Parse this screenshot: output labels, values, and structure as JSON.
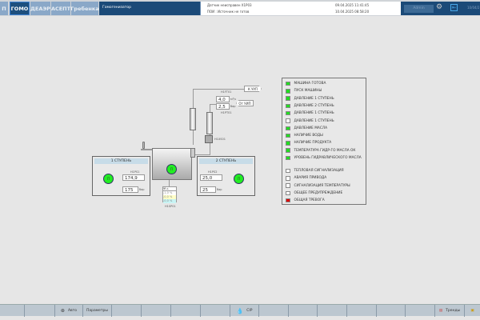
{
  "header": {
    "tabs": [
      {
        "label": "П"
      },
      {
        "label": "ГОМО",
        "active": true
      },
      {
        "label": "ДЕАЭР"
      },
      {
        "label": "АСЕПТ"
      },
      {
        "label": "Гребенка"
      }
    ],
    "title": "Гомогенизатор",
    "messages": [
      {
        "text": "Датчик неисправен X1P03",
        "time": "09.04.2025 11:41:45"
      },
      {
        "text": "ПОИ : Источник не готов",
        "time": "10.04.2025 08:58:20"
      }
    ],
    "user": "Admin",
    "date": "10/04/2"
  },
  "process": {
    "outlet_label": "К УУП",
    "inlet_label": "От УИП",
    "flow_tag": "H1FT01",
    "flow_value": "4,0",
    "flow_unit": "м³/ч",
    "pressure_tag": "H1PT01",
    "pressure_value": "2,5",
    "pressure_unit": "бар",
    "valve_tag": "H1XS01",
    "motor_label": "П",
    "local_tag": "H1SP01",
    "local_values": [
      "-1,0 %",
      "-0,0 %",
      "-0,0 %"
    ],
    "stage1": {
      "title": "1 СТУПЕНЬ",
      "tag": "H1PS1",
      "value": "174,9",
      "setpoint": "175",
      "unit": "бар",
      "motor": "П"
    },
    "stage2": {
      "title": "2 СТУПЕНЬ",
      "tag": "H1PS2",
      "value": "25,0",
      "setpoint": "25",
      "unit": "бар",
      "motor": "П"
    }
  },
  "status": [
    {
      "label": "МАШИНА ГОТОВА",
      "color": "#22dd22"
    },
    {
      "label": "ПУСК МАШИНЫ",
      "color": "#22dd22"
    },
    {
      "label": "ДАВЛЕНИЕ 1 СТУПЕНЬ",
      "color": "#22dd22"
    },
    {
      "label": "ДАВЛЕНИЕ 2 СТУПЕНЬ",
      "color": "#22dd22"
    },
    {
      "label": "ДАВЛЕНИЕ 1 СТУПЕНЬ",
      "color": "#22dd22"
    },
    {
      "label": "ДАВЛЕНИЕ 1 СТУПЕНЬ",
      "color": "#ffffff"
    },
    {
      "label": "ДАВЛЕНИЕ МАСЛА",
      "color": "#22dd22"
    },
    {
      "label": "НАЛИЧИЕ ВОДЫ",
      "color": "#22dd22"
    },
    {
      "label": "НАЛИЧИЕ ПРОДУКТА",
      "color": "#22dd22"
    },
    {
      "label": "ТЕМПЕРАТУРА ГИДР-ГО МАСЛА ОК",
      "color": "#22dd22"
    },
    {
      "label": "УРОВЕНЬ ГИДРАВЛИЧЕСКОГО МАСЛА",
      "color": "#22dd22"
    }
  ],
  "alarms": [
    {
      "label": "ТЕПЛОВАЯ СИГНАЛИЗАЦИЯ",
      "color": "#ffffff"
    },
    {
      "label": "АВАРИЯ ПРИВОДА",
      "color": "#ffffff"
    },
    {
      "label": "СИГНАЛИЗАЦИЯ ТЕМПЕРАТУРЫ",
      "color": "#ffffff"
    },
    {
      "label": "ОБЩЕЕ ПРЕДУПРЕЖДЕНИЕ",
      "color": "#ffffff"
    },
    {
      "label": "ОБЩАЯ ТРЕВОГА",
      "color": "#dd0000"
    }
  ],
  "footer": {
    "auto": "Авто",
    "params": "Параметры",
    "cip": "CIP",
    "trends": "Тренды"
  }
}
